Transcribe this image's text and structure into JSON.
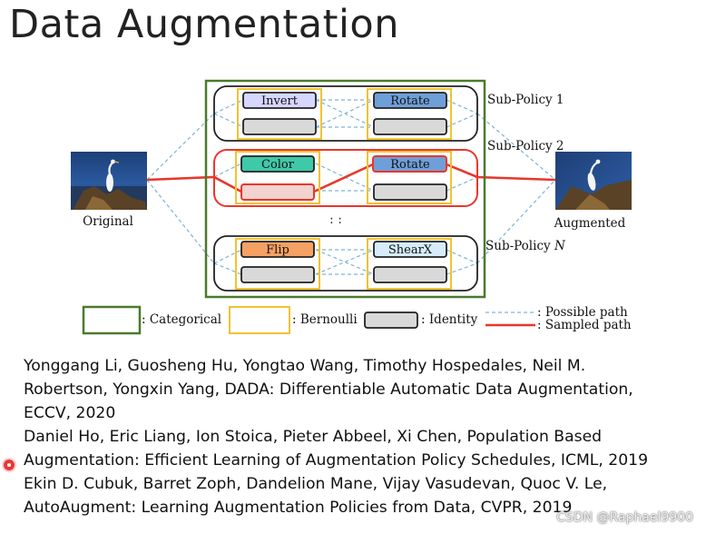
{
  "title": "Data Augmentation",
  "diagram": {
    "original_label": "Original",
    "augmented_label": "Augmented",
    "sub_policy_1": "Sub-Policy 1",
    "sub_policy_2": "Sub-Policy 2",
    "sub_policy_n_prefix": "Sub-Policy ",
    "sub_policy_n_var": "N",
    "ellipsis": ": :",
    "ops": {
      "p1_op1": "Invert",
      "p1_op2": "Rotate",
      "p2_op1": "Color",
      "p2_op2": "Rotate",
      "pn_op1": "Flip",
      "pn_op2": "ShearX"
    },
    "legend": {
      "categorical": ": Categorical",
      "bernoulli": ": Bernoulli",
      "identity": ": Identity",
      "possible_path": ": Possible path",
      "sampled_path": ": Sampled path"
    },
    "colors": {
      "categorical_border": "#4a7a2c",
      "bernoulli_border": "#f2c230",
      "sampled_path": "#e8372c",
      "possible_path": "#7fb3d5",
      "invert_fill": "#d6d6ff",
      "rotate_fill": "#6f9fd8",
      "color_fill": "#3ec9a8",
      "flip_fill": "#f5a163",
      "shearx_fill": "#d6ecfa",
      "identity_fill": "#d9d9d9"
    }
  },
  "references": [
    "Yonggang Li, Guosheng Hu, Yongtao Wang, Timothy Hospedales, Neil M.",
    "Robertson, Yongxin Yang, DADA: Differentiable Automatic Data Augmentation,",
    "ECCV, 2020",
    "Daniel Ho, Eric Liang, Ion Stoica, Pieter Abbeel, Xi Chen, Population Based",
    "Augmentation: Efficient Learning of Augmentation Policy Schedules, ICML, 2019",
    "Ekin D. Cubuk, Barret Zoph, Dandelion Mane, Vijay Vasudevan, Quoc V. Le,",
    "AutoAugment: Learning Augmentation Policies from Data, CVPR, 2019"
  ],
  "watermark": "CSDN @Raphael9900"
}
